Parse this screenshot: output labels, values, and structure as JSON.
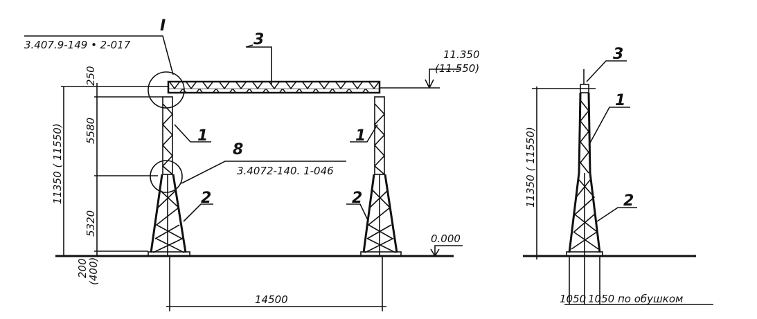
{
  "front_view": {
    "detail_I": {
      "mark": "I",
      "reference": "3.407.9-149 • 2-017"
    },
    "detail_8": {
      "mark": "8",
      "reference": "3.4072-140. 1-046"
    },
    "position_3": "3",
    "position_1_left": "1",
    "position_1_right": "1",
    "position_2_left": "2",
    "position_2_right": "2",
    "top_elevation": "11.350",
    "top_elevation_alt": "(11.550)",
    "ground_elevation": "0.000",
    "dim_250": "250",
    "dim_5580": "5580",
    "dim_5320": "5320",
    "dim_total": "11350 ( 11550)",
    "dim_200": "200",
    "dim_400": "(400)",
    "span": "14500"
  },
  "side_view": {
    "position_3": "3",
    "position_1": "1",
    "position_2": "2",
    "dim_total": "11350 ( 11550)",
    "dim_left": "1050",
    "dim_right": "1050",
    "note": "по обушком"
  }
}
